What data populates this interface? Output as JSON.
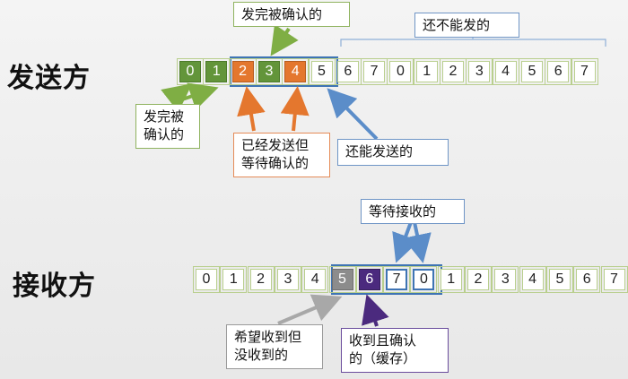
{
  "sender": {
    "label": "发送方",
    "cells": [
      {
        "text": "0",
        "style": "green"
      },
      {
        "text": "1",
        "style": "green"
      },
      {
        "text": "2",
        "style": "orange"
      },
      {
        "text": "3",
        "style": "green"
      },
      {
        "text": "4",
        "style": "orange"
      },
      {
        "text": "5",
        "style": "white"
      },
      {
        "text": "6",
        "style": "white"
      },
      {
        "text": "7",
        "style": "white"
      },
      {
        "text": "0",
        "style": "white"
      },
      {
        "text": "1",
        "style": "white"
      },
      {
        "text": "2",
        "style": "white"
      },
      {
        "text": "3",
        "style": "white"
      },
      {
        "text": "4",
        "style": "white"
      },
      {
        "text": "5",
        "style": "white"
      },
      {
        "text": "6",
        "style": "white"
      },
      {
        "text": "7",
        "style": "white"
      }
    ],
    "annotations": {
      "sent_acked_top": "发完被确认的",
      "not_sendable": "还不能发的",
      "sent_acked_left_line1": "发完被",
      "sent_acked_left_line2": "确认的",
      "sent_waiting_line1": "已经发送但",
      "sent_waiting_line2": "等待确认的",
      "can_send": "还能发送的"
    }
  },
  "receiver": {
    "label": "接收方",
    "cells": [
      {
        "text": "0",
        "style": "white"
      },
      {
        "text": "1",
        "style": "white"
      },
      {
        "text": "2",
        "style": "white"
      },
      {
        "text": "3",
        "style": "white"
      },
      {
        "text": "4",
        "style": "white"
      },
      {
        "text": "5",
        "style": "gray"
      },
      {
        "text": "6",
        "style": "purple"
      },
      {
        "text": "7",
        "style": "blue"
      },
      {
        "text": "0",
        "style": "blue"
      },
      {
        "text": "1",
        "style": "white"
      },
      {
        "text": "2",
        "style": "white"
      },
      {
        "text": "3",
        "style": "white"
      },
      {
        "text": "4",
        "style": "white"
      },
      {
        "text": "5",
        "style": "white"
      },
      {
        "text": "6",
        "style": "white"
      },
      {
        "text": "7",
        "style": "white"
      }
    ],
    "annotations": {
      "waiting_receive": "等待接收的",
      "expected_line1": "希望收到但",
      "expected_line2": "没收到的",
      "received_line1": "收到且确认",
      "received_line2": "的（缓存）"
    }
  },
  "colors": {
    "green": "#63953a",
    "orange": "#e4772e",
    "blue": "#3e74b4",
    "gray": "#8c8c8c",
    "purple": "#4b2a7e"
  }
}
